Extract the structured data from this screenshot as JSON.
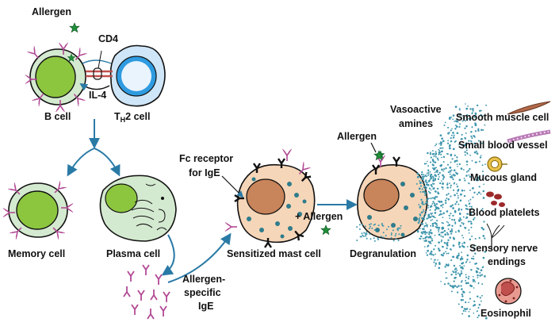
{
  "labels": {
    "allergen_top": "Allergen",
    "cd4": "CD4",
    "il4": "IL-4",
    "b_cell": "B cell",
    "th2_T": "T",
    "th2_H": "H",
    "th2_rest": "2 cell",
    "memory_cell": "Memory cell",
    "plasma_cell": "Plasma cell",
    "allergen_specific_1": "Allergen-",
    "allergen_specific_2": "specific",
    "allergen_specific_3": "IgE",
    "fc_receptor_1": "Fc receptor",
    "fc_receptor_2": "for IgE",
    "sensitized_mast_cell": "Sensitized mast cell",
    "plus_allergen": "+ Allergen",
    "allergen_right": "Allergen",
    "degranulation": "Degranulation",
    "vasoactive_1": "Vasoactive",
    "vasoactive_2": "amines",
    "smooth_muscle": "Smooth muscle cell",
    "small_blood_vessel": "Small blood vessel",
    "mucous_gland": "Mucous gland",
    "blood_platelets": "Blood platelets",
    "sensory_1": "Sensory nerve",
    "sensory_2": "endings",
    "eosinophil": "Eosinophil"
  },
  "colors": {
    "b_cell_fill": "#d4ead0",
    "nucleus_green": "#8cc63f",
    "th2_fill": "#cfe6f8",
    "th2_nucleus": "#2f9be0",
    "mast_fill": "#f6d6b8",
    "mast_nucleus": "#c8845a",
    "granule": "#2f7c8c",
    "allergen": "#1f8f3a",
    "antibody": "#b24a95",
    "arrow": "#2a7aa6",
    "spray": "#3f96ad",
    "smooth_muscle": "#b2694a",
    "vessel": "#b87ab5",
    "gland": "#e8c24a",
    "platelet": "#9c2a2a",
    "eosinophil": "#c0504d"
  }
}
